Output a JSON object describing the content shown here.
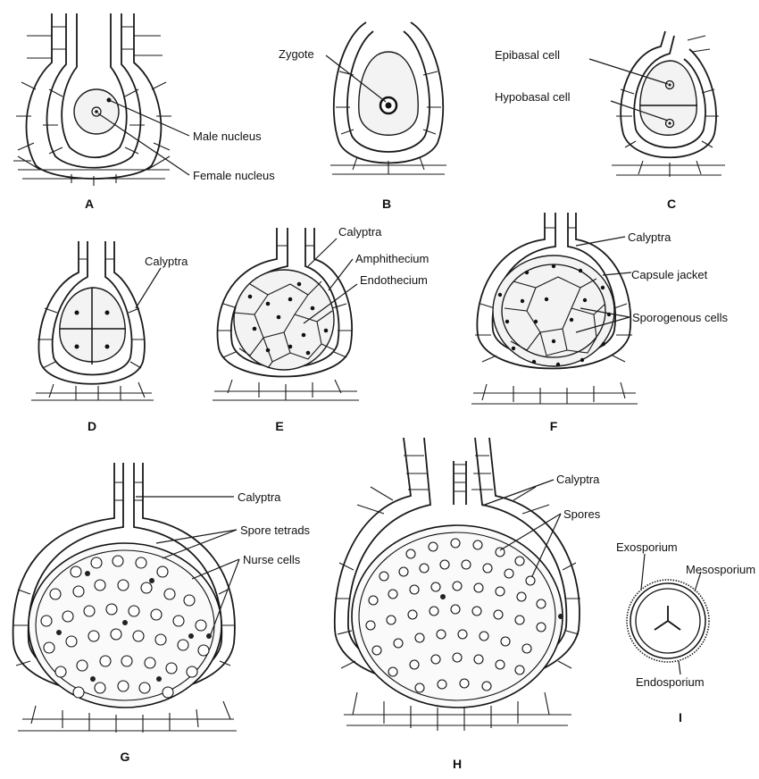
{
  "panels": {
    "A": {
      "letter": "A",
      "labels": {
        "male_nucleus": "Male nucleus",
        "female_nucleus": "Female nucleus"
      }
    },
    "B": {
      "letter": "B",
      "labels": {
        "zygote": "Zygote"
      }
    },
    "C": {
      "letter": "C",
      "labels": {
        "epibasal": "Epibasal cell",
        "hypobasal": "Hypobasal cell"
      }
    },
    "D": {
      "letter": "D",
      "labels": {
        "calyptra": "Calyptra"
      }
    },
    "E": {
      "letter": "E",
      "labels": {
        "calyptra": "Calyptra",
        "amphithecium": "Amphithecium",
        "endothecium": "Endothecium"
      }
    },
    "F": {
      "letter": "F",
      "labels": {
        "calyptra": "Calyptra",
        "capsule_jacket": "Capsule jacket",
        "sporogenous": "Sporogenous cells"
      }
    },
    "G": {
      "letter": "G",
      "labels": {
        "calyptra": "Calyptra",
        "spore_tetrads": "Spore tetrads",
        "nurse_cells": "Nurse cells"
      }
    },
    "H": {
      "letter": "H",
      "labels": {
        "calyptra": "Calyptra",
        "spores": "Spores"
      }
    },
    "I": {
      "letter": "I",
      "labels": {
        "exosporium": "Exosporium",
        "mesosporium": "Mesosporium",
        "endosporium": "Endosporium"
      }
    }
  }
}
